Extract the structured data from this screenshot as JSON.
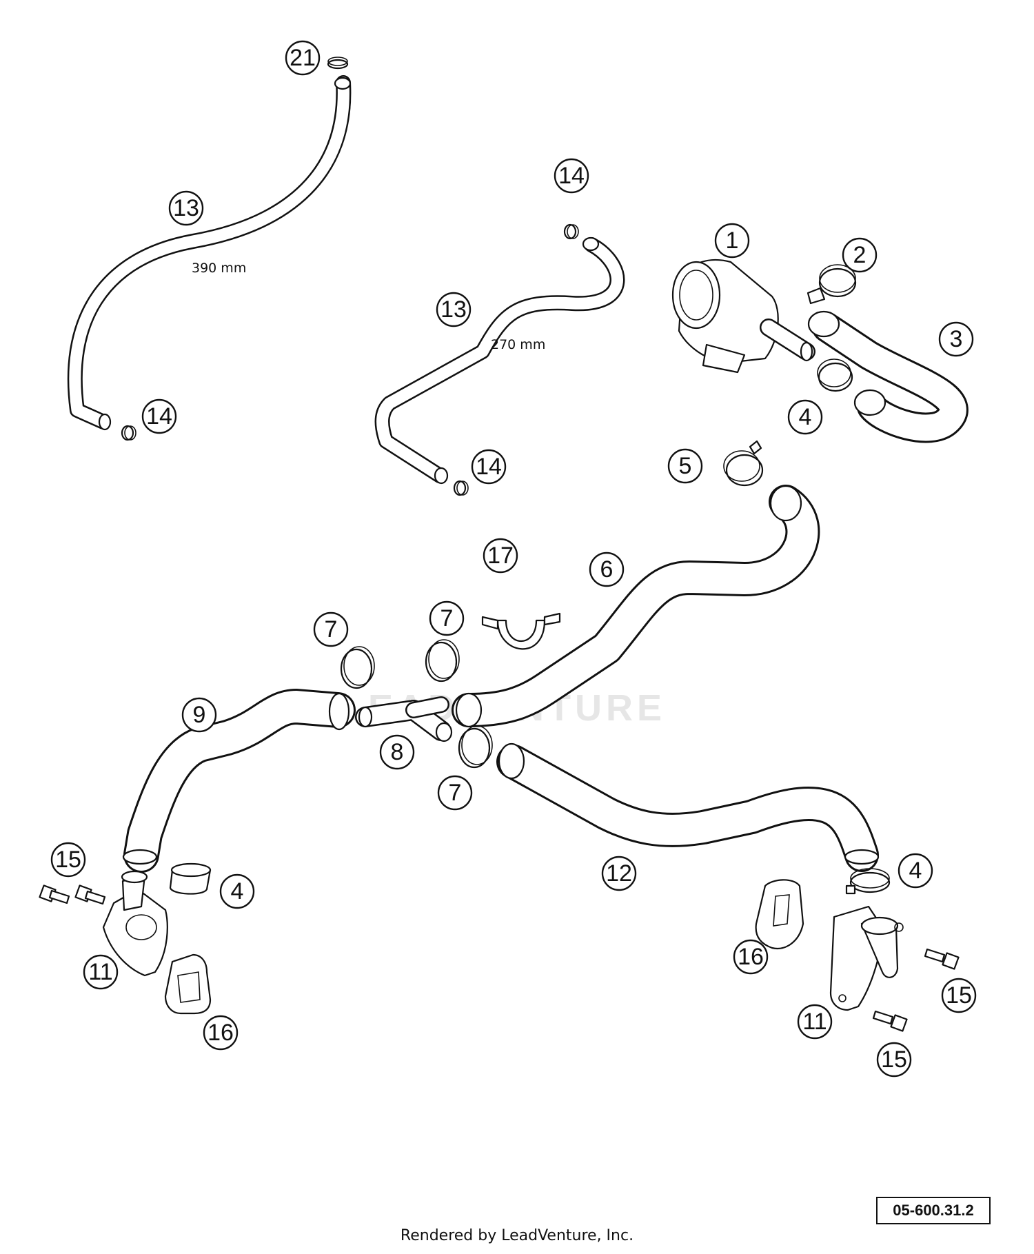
{
  "watermark": "LEADVENTURE",
  "dimensions": {
    "hose_long": "390 mm",
    "hose_short": "270 mm"
  },
  "callouts": {
    "c1": "1",
    "c2": "2",
    "c3": "3",
    "c4a": "4",
    "c4b": "4",
    "c4c": "4",
    "c5": "5",
    "c6": "6",
    "c7a": "7",
    "c7b": "7",
    "c7c": "7",
    "c8": "8",
    "c9": "9",
    "c11a": "11",
    "c11b": "11",
    "c12": "12",
    "c13a": "13",
    "c13b": "13",
    "c14a": "14",
    "c14b": "14",
    "c14c": "14",
    "c15a": "15",
    "c15b": "15",
    "c15c": "15",
    "c16a": "16",
    "c16b": "16",
    "c17": "17",
    "c21": "21"
  },
  "reference_code": "05-600.31.2",
  "footer": "Rendered by LeadVenture, Inc."
}
